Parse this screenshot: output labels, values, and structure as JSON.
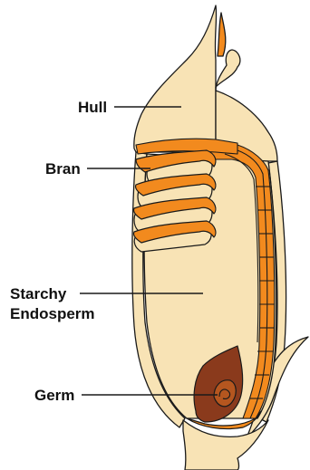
{
  "labels": {
    "hull": "Hull",
    "bran": "Bran",
    "starchy_line1": "Starchy",
    "starchy_line2": "Endosperm",
    "germ": "Germ"
  },
  "colors": {
    "hull": "#F8E3B5",
    "bran": "#F28A1E",
    "germ": "#8A3A1C",
    "germ_light": "#B5561F",
    "outline": "#1A1A1A"
  }
}
